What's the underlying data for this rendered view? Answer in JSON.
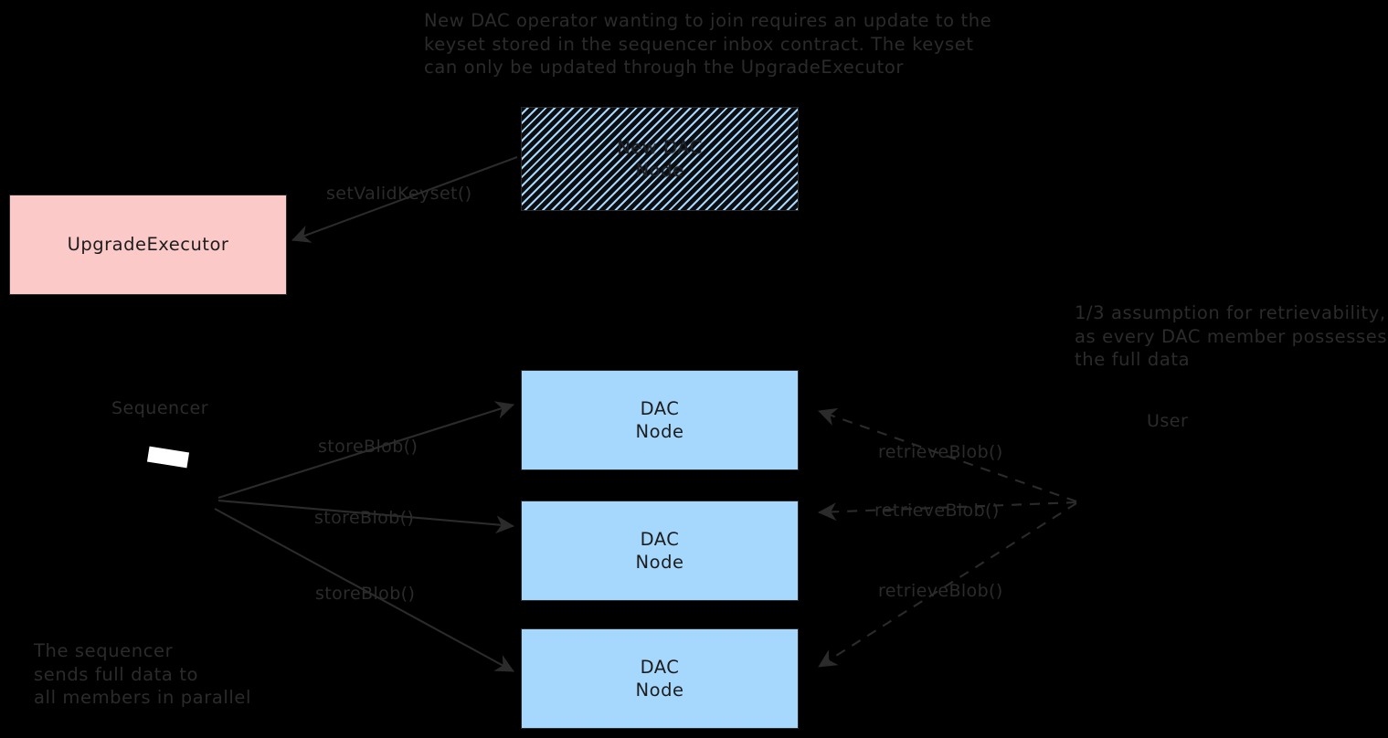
{
  "diagram": {
    "type": "architecture-flow",
    "background_color": "#000000",
    "ink_color": "#2b2b2b",
    "accent_colors": {
      "dac_node_fill": "#a6d7fd",
      "upgrade_executor_fill": "#fcc9c9",
      "new_dac_node_hatch": "#a6d7fd"
    }
  },
  "notes": {
    "top": "New DAC operator wanting to join requires an update to the\nkeyset stored in the sequencer inbox contract. The keyset\ncan only be updated through the UpgradeExecutor",
    "right": "1/3 assumption for retrievability,\nas every DAC member possesses\nthe full data",
    "bottom_left": "The sequencer\nsends full data to\nall members in parallel"
  },
  "nodes": {
    "new_dac_node": {
      "label": "New DAC\nNode",
      "fill": "#a6d7fd",
      "style": "hatched"
    },
    "upgrade_executor": {
      "label": "UpgradeExecutor",
      "fill": "#fcc9c9",
      "style": "solid"
    },
    "sequencer": {
      "label": "Sequencer",
      "style": "icon"
    },
    "user": {
      "label": "User",
      "style": "text"
    },
    "dac_nodes": [
      {
        "label": "DAC\nNode",
        "fill": "#a6d7fd"
      },
      {
        "label": "DAC\nNode",
        "fill": "#a6d7fd"
      },
      {
        "label": "DAC\nNode",
        "fill": "#a6d7fd"
      }
    ]
  },
  "edges": {
    "set_valid_keyset": {
      "label": "setValidKeyset()",
      "style": "solid",
      "direction": "new-dac-node-to-upgrade-executor"
    },
    "store_blob": [
      {
        "label": "storeBlob()",
        "style": "solid",
        "direction": "sequencer-to-dac-node-1"
      },
      {
        "label": "storeBlob()",
        "style": "solid",
        "direction": "sequencer-to-dac-node-2"
      },
      {
        "label": "storeBlob()",
        "style": "solid",
        "direction": "sequencer-to-dac-node-3"
      }
    ],
    "retrieve_blob": [
      {
        "label": "retrieveBlob()",
        "style": "dashed",
        "direction": "user-to-dac-node-1"
      },
      {
        "label": "retrieveBlob()",
        "style": "dashed",
        "direction": "user-to-dac-node-2"
      },
      {
        "label": "retrieveBlob()",
        "style": "dashed",
        "direction": "user-to-dac-node-3"
      }
    ]
  }
}
